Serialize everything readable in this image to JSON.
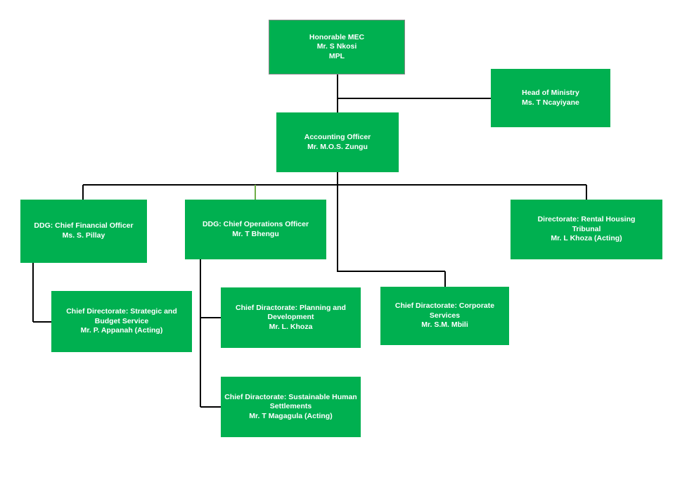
{
  "chart": {
    "mec": {
      "line1": "Honorable MEC",
      "line2": "Mr. S Nkosi",
      "line3": "MPL"
    },
    "head_ministry": {
      "line1": "Head of Ministry",
      "line2": "Ms. T Ncayiyane"
    },
    "accounting": {
      "line1": "Accounting Officer",
      "line2": "Mr. M.O.S. Zungu"
    },
    "ddg_cfo": {
      "line1": "DDG: Chief Financial Officer",
      "line2": "Ms. S. Pillay"
    },
    "ddg_coo": {
      "line1": "DDG: Chief Operations Officer",
      "line2": "Mr. T Bhengu"
    },
    "rental": {
      "line1": "Directorate: Rental Housing",
      "line2": "Tribunal",
      "line3": "Mr. L Khoza (Acting)"
    },
    "strategic": {
      "line1": "Chief Directorate: Strategic and Budget Service",
      "line2": "Mr. P. Appanah (Acting)"
    },
    "planning": {
      "line1": "Chief Diractorate: Planning and Development",
      "line2": "Mr. L. Khoza"
    },
    "corporate": {
      "line1": "Chief Diractorate: Corporate Services",
      "line2": "Mr. S.M. Mbili"
    },
    "sustainable": {
      "line1": "Chief Diractorate: Sustainable Human Settlements",
      "line2": "Mr. T Magagula (Acting)"
    }
  },
  "colors": {
    "box_fill": "#00b050",
    "connector": "#000000",
    "accent_connector": "#70ad47"
  }
}
